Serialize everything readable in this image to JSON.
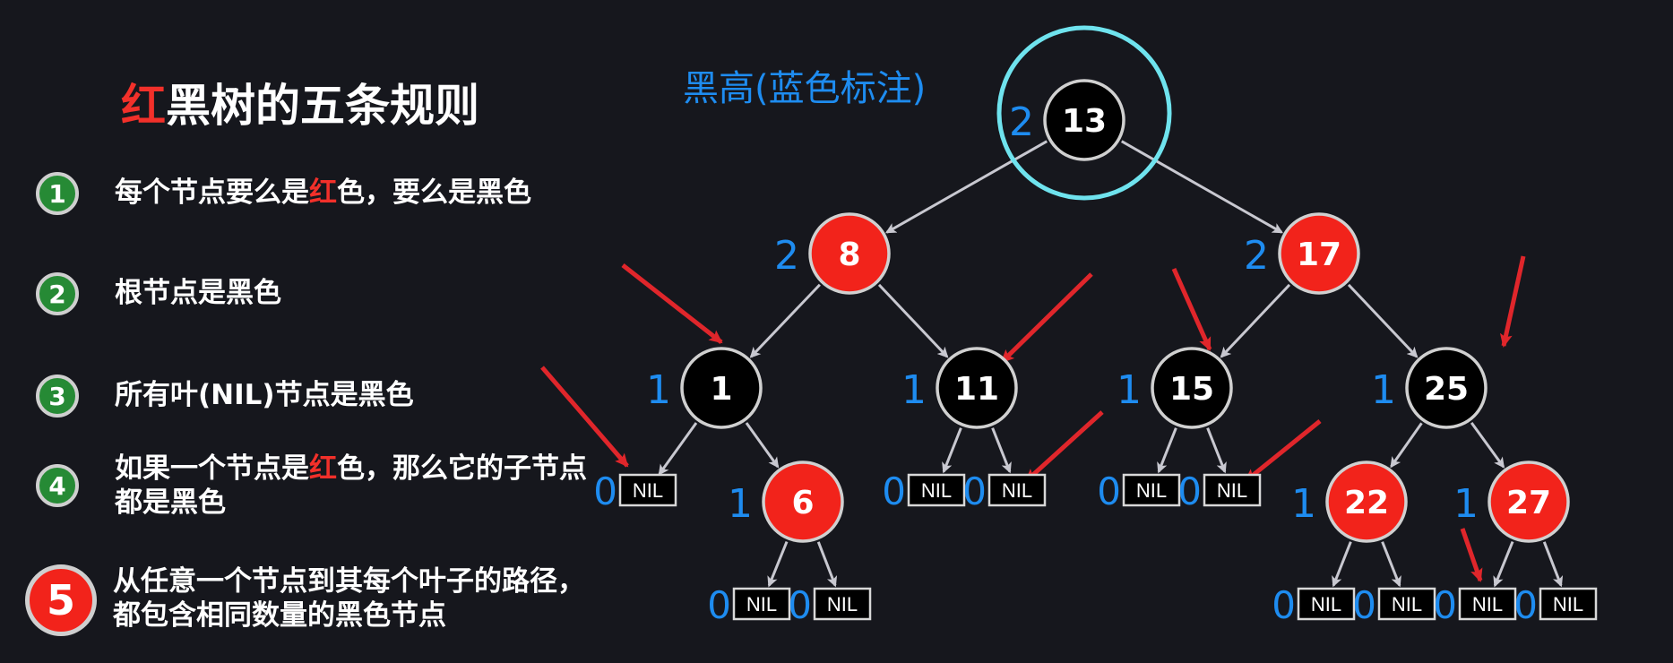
{
  "title": {
    "red_part": "红",
    "rest": "黑树的五条规则"
  },
  "rules": [
    {
      "number": "1",
      "parts": [
        {
          "text": "每个节点要么是",
          "red": false
        },
        {
          "text": "红",
          "red": true
        },
        {
          "text": "色，要么是黑色",
          "red": false
        }
      ]
    },
    {
      "number": "2",
      "parts": [
        {
          "text": "根节点是黑色",
          "red": false
        }
      ]
    },
    {
      "number": "3",
      "parts": [
        {
          "text": "所有叶(NIL)节点是黑色",
          "red": false
        }
      ]
    },
    {
      "number": "4",
      "parts": [
        {
          "text": "如果一个节点是",
          "red": false
        },
        {
          "text": "红",
          "red": true
        },
        {
          "text": "色，那么它的子节点都是黑色",
          "red": false
        }
      ]
    },
    {
      "number": "5",
      "parts": [
        {
          "text": "从任意一个节点到其每个叶子的路径，都包含相同数量的黑色节点",
          "red": false
        }
      ]
    }
  ],
  "black_height_caption": "黑高(蓝色标注)",
  "colors": {
    "red_node": "#f2231b",
    "black_node": "#000000",
    "black_height": "#1e8cf0",
    "highlight_ring": "#6fe3ee",
    "arrow": "#e0262b",
    "edge": "#c8c8d0",
    "badge_green": "#268a35"
  },
  "tree": {
    "nodes": [
      {
        "id": "n13",
        "label": "13",
        "color": "black",
        "black_height": "2"
      },
      {
        "id": "n8",
        "label": "8",
        "color": "red",
        "black_height": "2"
      },
      {
        "id": "n17",
        "label": "17",
        "color": "red",
        "black_height": "2"
      },
      {
        "id": "n1",
        "label": "1",
        "color": "black",
        "black_height": "1"
      },
      {
        "id": "n11",
        "label": "11",
        "color": "black",
        "black_height": "1"
      },
      {
        "id": "n15",
        "label": "15",
        "color": "black",
        "black_height": "1"
      },
      {
        "id": "n25",
        "label": "25",
        "color": "black",
        "black_height": "1"
      },
      {
        "id": "n6",
        "label": "6",
        "color": "red",
        "black_height": "1"
      },
      {
        "id": "n22",
        "label": "22",
        "color": "red",
        "black_height": "1"
      },
      {
        "id": "n27",
        "label": "27",
        "color": "red",
        "black_height": "1"
      }
    ],
    "nil_label": "NIL",
    "nil_black_height": "0"
  }
}
